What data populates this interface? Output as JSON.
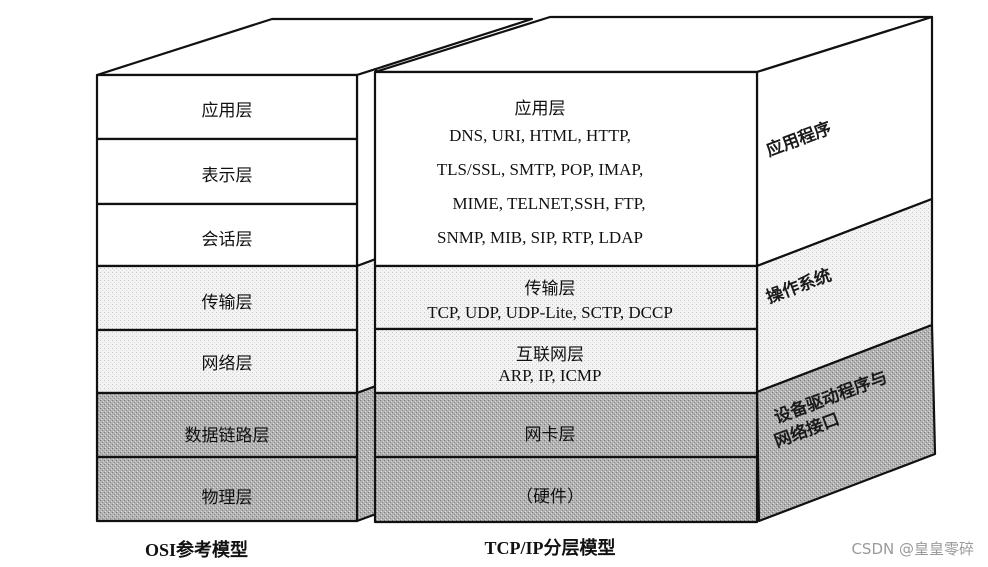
{
  "colors": {
    "line": "#111111",
    "white": "#ffffff",
    "light_shade": "#eeeeee",
    "dark_shade": "#a9a9a9",
    "watermark": "#9a9a9a"
  },
  "osi_model": {
    "caption": "OSI参考模型",
    "layers": [
      {
        "label": "应用层",
        "shade": "white"
      },
      {
        "label": "表示层",
        "shade": "white"
      },
      {
        "label": "会话层",
        "shade": "white"
      },
      {
        "label": "传输层",
        "shade": "light"
      },
      {
        "label": "网络层",
        "shade": "light"
      },
      {
        "label": "数据链路层",
        "shade": "dark"
      },
      {
        "label": "物理层",
        "shade": "dark"
      }
    ]
  },
  "tcpip_model": {
    "caption": "TCP/IP分层模型",
    "layers": [
      {
        "label": "应用层",
        "shade": "white",
        "protocols": [
          "DNS, URI, HTML, HTTP,",
          "TLS/SSL, SMTP, POP, IMAP,",
          "MIME, TELNET,SSH, FTP,",
          "SNMP, MIB, SIP, RTP, LDAP"
        ]
      },
      {
        "label": "传输层",
        "shade": "light",
        "protocols": [
          "TCP, UDP, UDP-Lite, SCTP, DCCP"
        ]
      },
      {
        "label": "互联网层",
        "shade": "light",
        "protocols": [
          "ARP, IP, ICMP"
        ]
      },
      {
        "label": "网卡层",
        "shade": "dark",
        "protocols": []
      },
      {
        "label": "（硬件）",
        "shade": "dark",
        "protocols": []
      }
    ]
  },
  "side_panel": {
    "sections": [
      {
        "label": "应用程序",
        "shade": "white"
      },
      {
        "label": "操作系统",
        "shade": "light"
      },
      {
        "label_line1": "设备驱动程序与",
        "label_line2": "网络接口",
        "shade": "dark"
      }
    ]
  },
  "watermark": "CSDN @皇皇零碎"
}
